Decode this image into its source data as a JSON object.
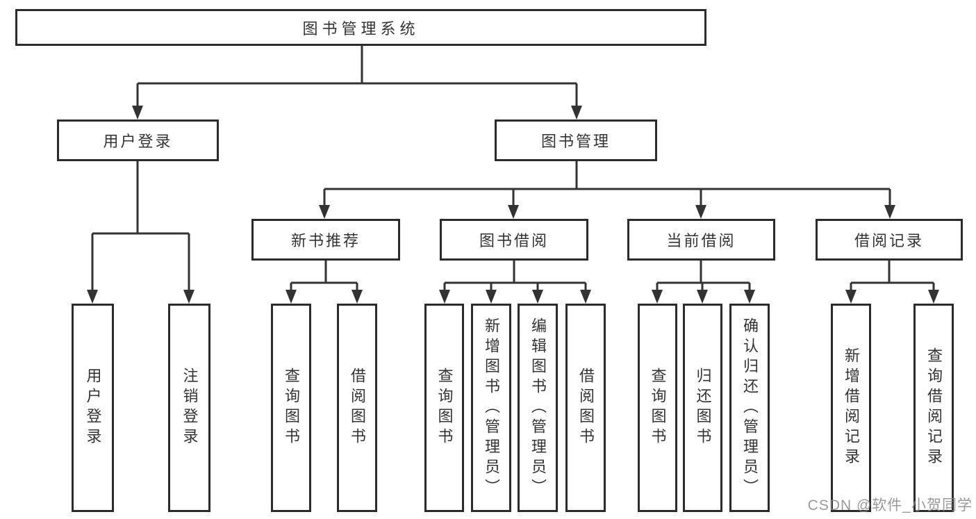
{
  "nodes": {
    "root": {
      "label": "图书管理系统"
    },
    "user_login": {
      "label": "用户登录"
    },
    "book_mgmt": {
      "label": "图书管理"
    },
    "new_book_rec": {
      "label": "新书推荐"
    },
    "book_borrow": {
      "label": "图书借阅"
    },
    "current_borrow": {
      "label": "当前借阅"
    },
    "borrow_record": {
      "label": "借阅记录"
    },
    "leaf_user_login": {
      "label": "用户登录"
    },
    "leaf_logout": {
      "label": "注销登录"
    },
    "leaf_nbr_query": {
      "label": "查询图书"
    },
    "leaf_nbr_borrow": {
      "label": "借阅图书"
    },
    "leaf_bb_query": {
      "label": "查询图书"
    },
    "leaf_bb_add": {
      "label": "新增图书（管理员）"
    },
    "leaf_bb_edit": {
      "label": "编辑图书（管理员）"
    },
    "leaf_bb_borrow": {
      "label": "借阅图书"
    },
    "leaf_cb_query": {
      "label": "查询图书"
    },
    "leaf_cb_return": {
      "label": "归还图书"
    },
    "leaf_cb_confirm": {
      "label": "确认归还（管理员）"
    },
    "leaf_br_add": {
      "label": "新增借阅记录"
    },
    "leaf_br_query": {
      "label": "查询借阅记录"
    }
  },
  "hierarchy": {
    "图书管理系统": {
      "用户登录": [
        "用户登录",
        "注销登录"
      ],
      "图书管理": {
        "新书推荐": [
          "查询图书",
          "借阅图书"
        ],
        "图书借阅": [
          "查询图书",
          "新增图书（管理员）",
          "编辑图书（管理员）",
          "借阅图书"
        ],
        "当前借阅": [
          "查询图书",
          "归还图书",
          "确认归还（管理员）"
        ],
        "借阅记录": [
          "新增借阅记录",
          "查询借阅记录"
        ]
      }
    }
  },
  "watermark": {
    "text": "CSDN @软件_小贺同学"
  },
  "colors": {
    "line": "#333333",
    "box_border": "#2b2b2b",
    "text": "#333333",
    "background": "#ffffff",
    "watermark": "#878787"
  }
}
